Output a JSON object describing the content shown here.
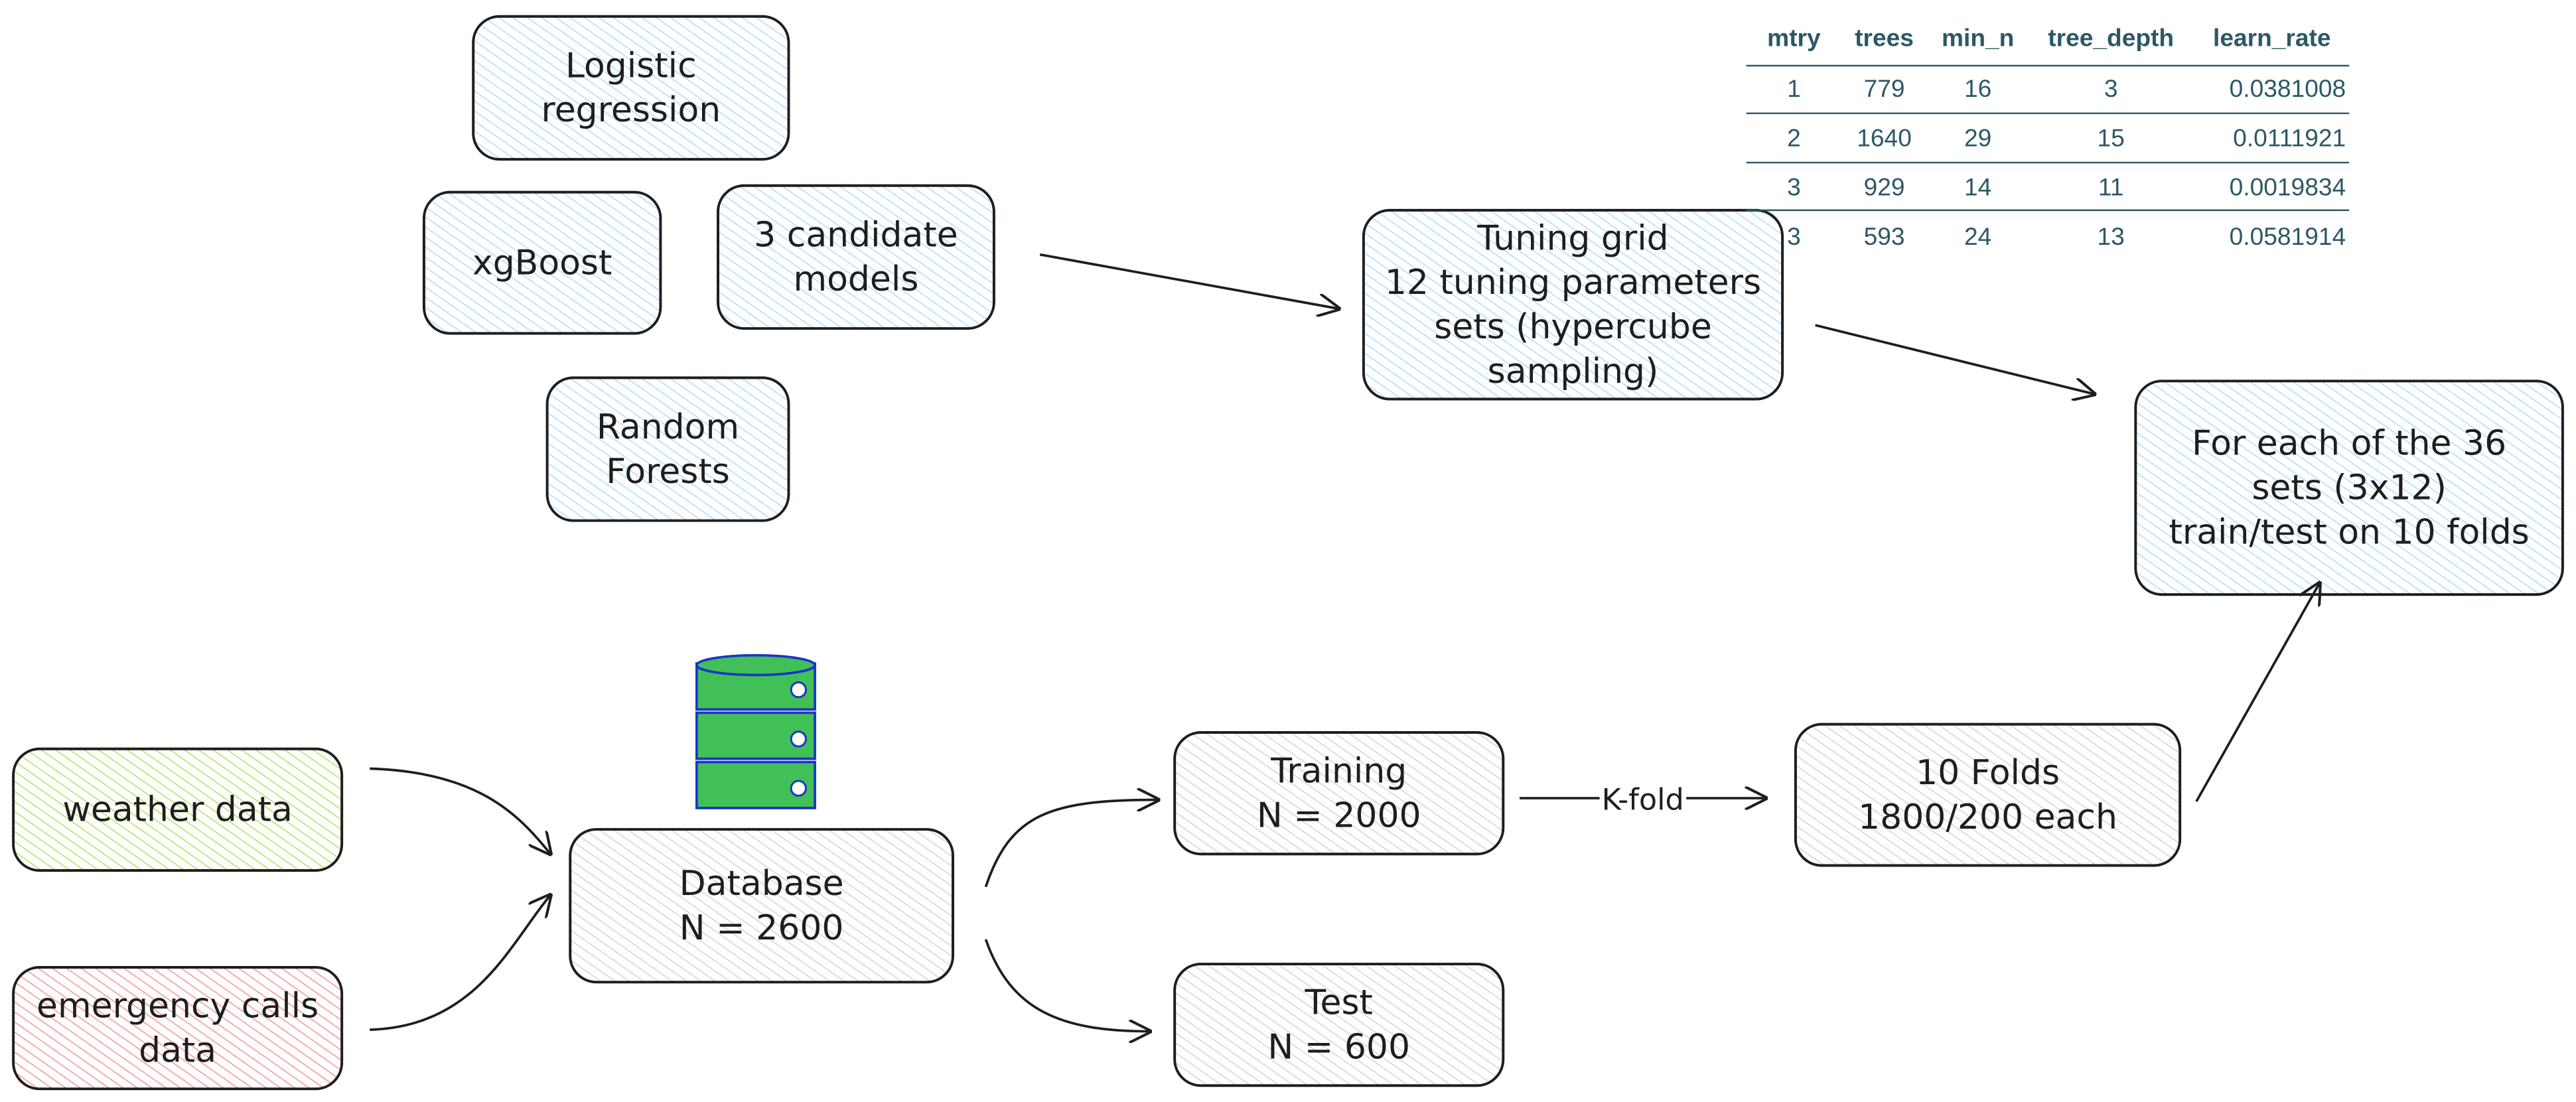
{
  "colors": {
    "blue": "#a5d8ff",
    "green": "#b2f2bb",
    "lime": "#a9e34b",
    "red": "#ff8787",
    "grey": "#d0d0d0",
    "table_text": "#2c5865",
    "db_icon": "#40c057"
  },
  "models": {
    "logistic": [
      "Logistic",
      "regression"
    ],
    "xgboost": [
      "xgBoost"
    ],
    "candidates": [
      "3 candidate",
      "models"
    ],
    "rf": [
      "Random",
      "Forests"
    ]
  },
  "tuning": [
    "Tuning grid",
    "12 tuning parameters",
    "sets (hypercube",
    "sampling)"
  ],
  "foreach": [
    "For each of the 36",
    "sets (3x12)",
    "train/test on 10 folds"
  ],
  "sources": {
    "weather": [
      "weather data"
    ],
    "emergency": [
      "emergency calls",
      "data"
    ]
  },
  "database": [
    "Database",
    "N = 2600"
  ],
  "database_icon": "database-icon",
  "training": [
    "Training",
    "N = 2000"
  ],
  "test": [
    "Test",
    "N = 600"
  ],
  "folds": [
    "10 Folds",
    "1800/200 each"
  ],
  "kfold_label": "K-fold",
  "table": {
    "headers": [
      "mtry",
      "trees",
      "min_n",
      "tree_depth",
      "learn_rate"
    ],
    "rows": [
      [
        "1",
        "779",
        "16",
        "3",
        "0.0381008"
      ],
      [
        "2",
        "1640",
        "29",
        "15",
        "0.0111921"
      ],
      [
        "3",
        "929",
        "14",
        "11",
        "0.0019834"
      ],
      [
        "3",
        "593",
        "24",
        "13",
        "0.0581914"
      ]
    ]
  }
}
